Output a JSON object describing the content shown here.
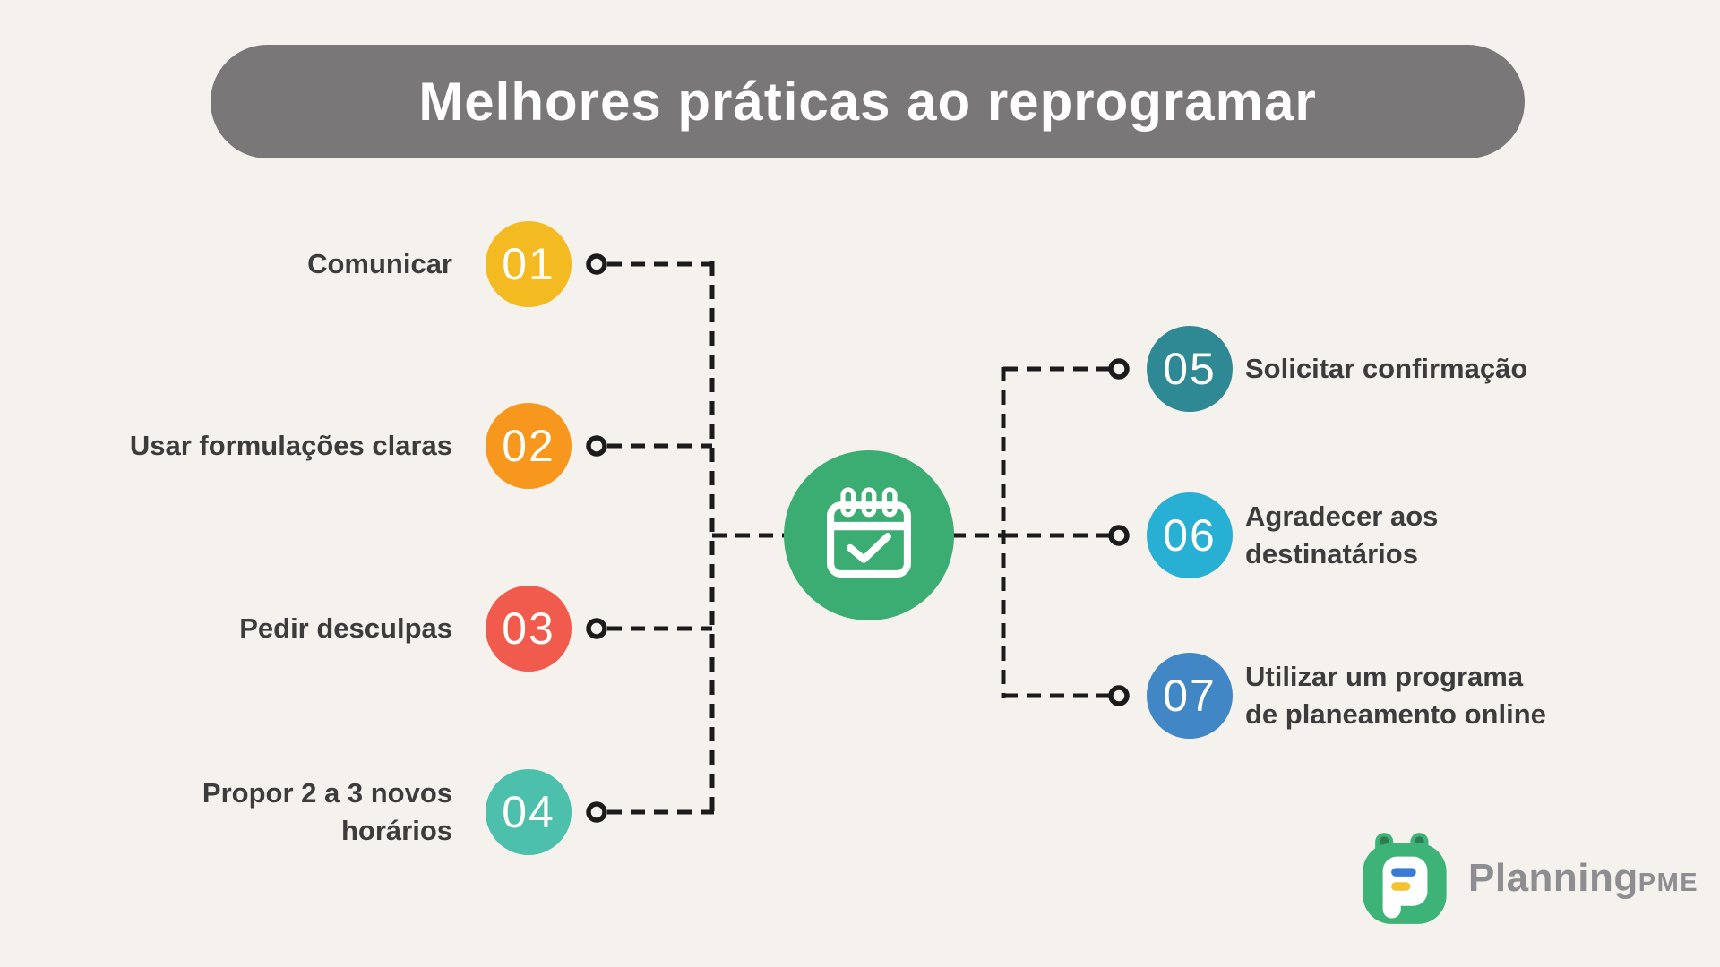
{
  "title": "Melhores práticas ao reprogramar",
  "colors": {
    "background": "#f5f2ee",
    "title_bar_bg": "#7a7778",
    "title_text": "#ffffff",
    "label_text": "#3d3c3c",
    "connector": "#1b1b1b",
    "center_green": "#3bad72",
    "logo_gray": "#8d8d92"
  },
  "left_items": [
    {
      "number": "01",
      "label": "Comunicar",
      "color": "#f4ba22"
    },
    {
      "number": "02",
      "label": "Usar formulações claras",
      "color": "#f8971d"
    },
    {
      "number": "03",
      "label": "Pedir desculpas",
      "color": "#f15b4d"
    },
    {
      "number": "04",
      "label": "Propor 2 a 3 novos\nhorários",
      "color": "#4cbfad"
    }
  ],
  "right_items": [
    {
      "number": "05",
      "label": "Solicitar confirmação",
      "color": "#2e8994"
    },
    {
      "number": "06",
      "label": "Agradecer aos\ndestinatários",
      "color": "#27afd4"
    },
    {
      "number": "07",
      "label": "Utilizar um programa\nde planeamento online",
      "color": "#4287c5"
    }
  ],
  "center": {
    "icon": "calendar-check-icon"
  },
  "logo": {
    "brand": "Planning",
    "suffix": "PME",
    "icon": "planningpme-calendar-icon"
  }
}
